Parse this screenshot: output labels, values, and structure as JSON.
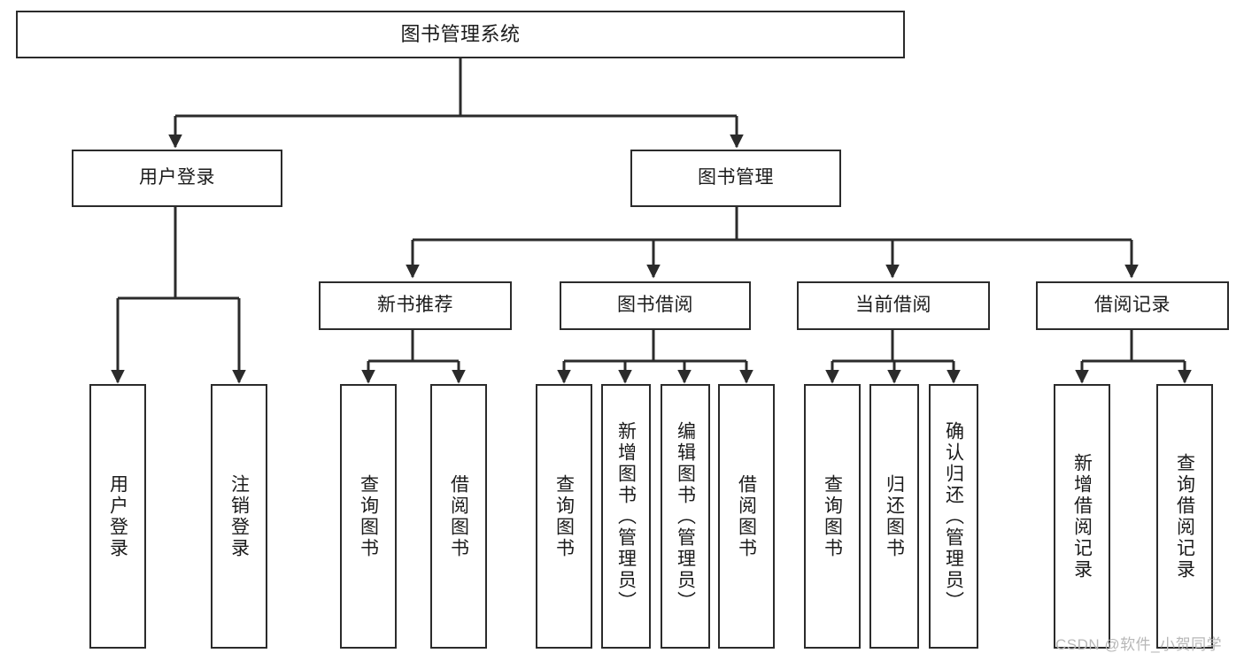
{
  "diagram": {
    "title": "图书管理系统",
    "type": "tree-hierarchy-chart",
    "orientation": "top-down",
    "colors": {
      "box_border": "#2b2b2b",
      "box_fill": "#ffffff",
      "edge": "#2b2b2b",
      "text": "#1b1b1b",
      "watermark": "#b7b7b7",
      "background": "#ffffff"
    }
  },
  "nodes": {
    "root": {
      "label": "图书管理系统"
    },
    "level1": [
      {
        "id": "user-login",
        "label": "用户登录"
      },
      {
        "id": "book-manage",
        "label": "图书管理"
      }
    ],
    "level2": [
      {
        "id": "new-book-recommend",
        "label": "新书推荐"
      },
      {
        "id": "book-borrow",
        "label": "图书借阅"
      },
      {
        "id": "current-borrow",
        "label": "当前借阅"
      },
      {
        "id": "borrow-record",
        "label": "借阅记录"
      }
    ],
    "leaves": {
      "user_login": [
        {
          "id": "leaf-user-login",
          "label": "用户登录"
        },
        {
          "id": "leaf-logout-login",
          "label": "注销登录"
        }
      ],
      "new_book_recommend": [
        {
          "id": "leaf-query-book-1",
          "label": "查询图书"
        },
        {
          "id": "leaf-borrow-book-1",
          "label": "借阅图书"
        }
      ],
      "book_borrow": [
        {
          "id": "leaf-query-book-2",
          "label": "查询图书"
        },
        {
          "id": "leaf-add-book",
          "label": "新增图书（管理员）"
        },
        {
          "id": "leaf-edit-book",
          "label": "编辑图书（管理员）"
        },
        {
          "id": "leaf-borrow-book-2",
          "label": "借阅图书"
        }
      ],
      "current_borrow": [
        {
          "id": "leaf-query-book-3",
          "label": "查询图书"
        },
        {
          "id": "leaf-return-book",
          "label": "归还图书"
        },
        {
          "id": "leaf-confirm-return",
          "label": "确认归还（管理员）"
        }
      ],
      "borrow_record": [
        {
          "id": "leaf-add-record",
          "label": "新增借阅记录"
        },
        {
          "id": "leaf-query-record",
          "label": "查询借阅记录"
        }
      ]
    }
  },
  "watermark": {
    "text": "CSDN @软件_小贺同学"
  }
}
